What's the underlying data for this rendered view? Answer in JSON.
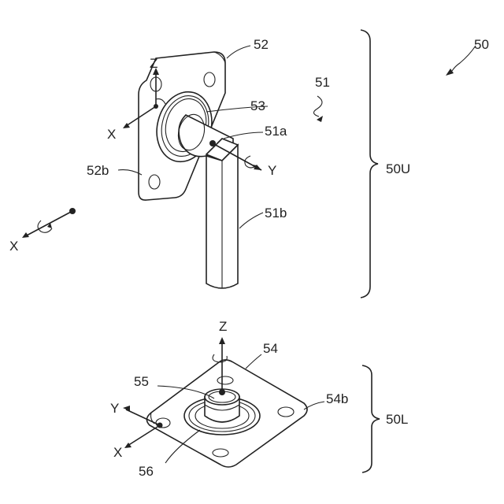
{
  "labels": {
    "n50": "50",
    "n51": "51",
    "n52": "52",
    "n53": "53",
    "n51a": "51a",
    "n52b": "52b",
    "n51b": "51b",
    "n50U": "50U",
    "n54": "54",
    "n55": "55",
    "n54b": "54b",
    "n50L": "50L",
    "n56": "56"
  },
  "axes": {
    "upper_z": "Z",
    "upper_x": "X",
    "upper_y": "Y",
    "left_x": "X",
    "lower_z": "Z",
    "lower_y": "Y",
    "lower_x": "X"
  }
}
